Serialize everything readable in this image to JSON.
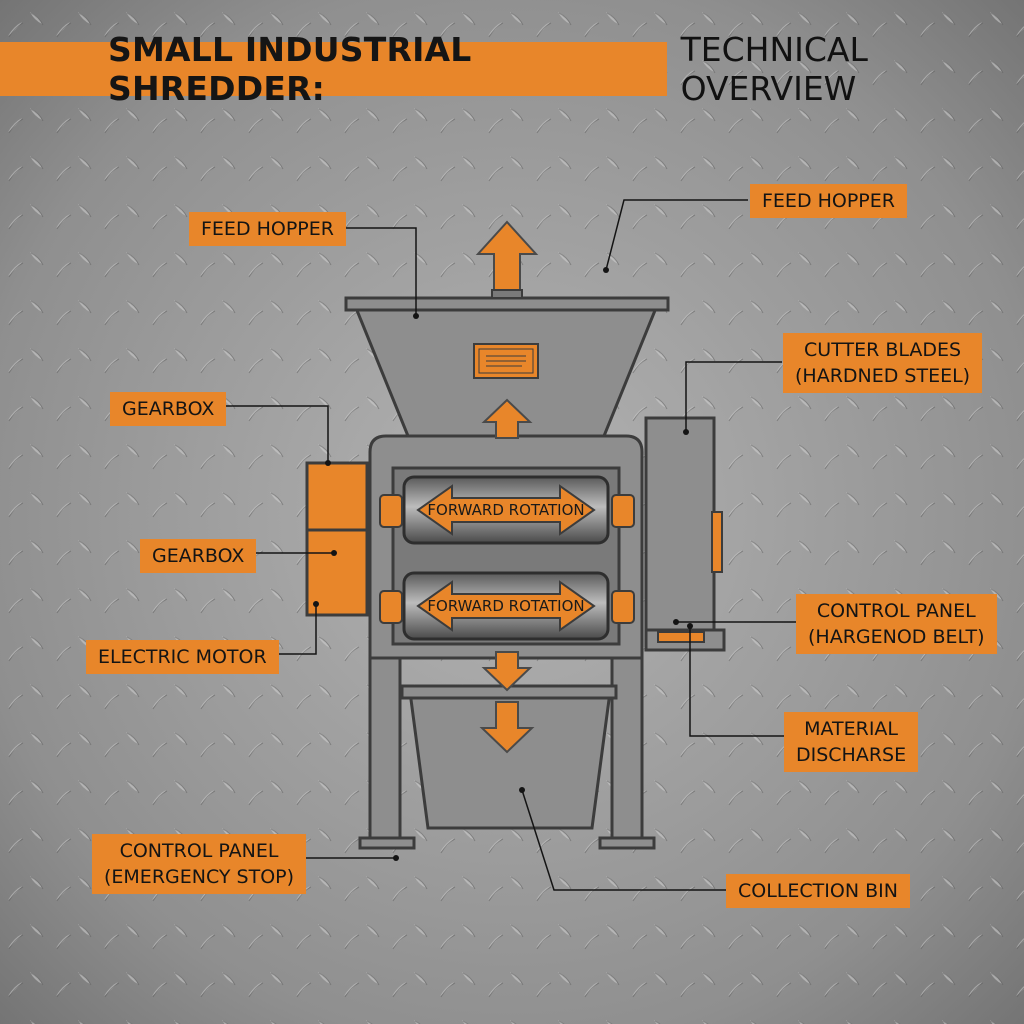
{
  "title": {
    "highlight": "SMALL INDUSTRIAL SHREDDER:",
    "rest": "TECHNICAL OVERVIEW"
  },
  "labels": {
    "feed_hopper_left": "FEED HOPPER",
    "feed_hopper_right": "FEED HOPPER",
    "cutter_blades": [
      "CUTTER BLADES",
      "(HARDNED STEEL)"
    ],
    "gearbox_top": "GEARBOX",
    "gearbox_mid": "GEARBOX",
    "electric_motor": "ELECTRIC MOTOR",
    "control_panel_right": [
      "CONTROL PANEL",
      "(HARGENOD BELT)"
    ],
    "material_discharge": [
      "MATERIAL",
      "DISCHARSE"
    ],
    "control_panel_bottom": [
      "CONTROL PANEL",
      "(EMERGENCY STOP)"
    ],
    "collection_bin": "COLLECTION BIN"
  },
  "rotors": {
    "top_label": "FORWARD ROTATION",
    "bottom_label": "FORWARD ROTATION"
  },
  "colors": {
    "accent": "#e8862a",
    "machine_fill": "#8e8e8e",
    "machine_stroke": "#3c3c3c",
    "background": "#9a9a9a"
  }
}
